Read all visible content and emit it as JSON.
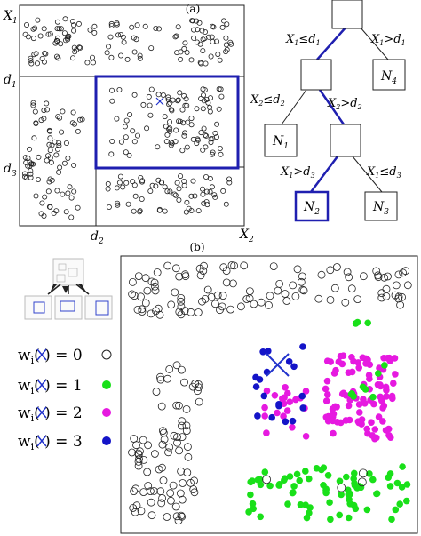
{
  "panel_a": {
    "label": "(a)",
    "axes": {
      "x_label": "X",
      "x_sub": "2",
      "y_label": "X",
      "y_sub": "1"
    },
    "thresholds": {
      "d1": {
        "text": "d",
        "sub": "1"
      },
      "d2": {
        "text": "d",
        "sub": "2"
      },
      "d3": {
        "text": "d",
        "sub": "3"
      }
    },
    "tree": {
      "edges": [
        {
          "main": "X",
          "s1": "1",
          "op": "≤d",
          "s2": "1"
        },
        {
          "main": "X",
          "s1": "1",
          "op": ">d",
          "s2": "1"
        },
        {
          "main": "X",
          "s1": "2",
          "op": "≤d",
          "s2": "2"
        },
        {
          "main": "X",
          "s1": "2",
          "op": ">d",
          "s2": "2"
        },
        {
          "main": "X",
          "s1": "1",
          "op": ">d",
          "s2": "3"
        },
        {
          "main": "X",
          "s1": "1",
          "op": "≤d",
          "s2": "3"
        }
      ],
      "leaves": [
        {
          "main": "N",
          "sub": "1"
        },
        {
          "main": "N",
          "sub": "2"
        },
        {
          "main": "N",
          "sub": "3"
        },
        {
          "main": "N",
          "sub": "4"
        }
      ],
      "highlight_color": "#1f1fb0"
    }
  },
  "panel_b": {
    "label": "(b)",
    "legend": [
      {
        "prefix": "w",
        "sub": "i",
        "open": "(",
        "close": ") = ",
        "value": "0",
        "color": "none"
      },
      {
        "prefix": "w",
        "sub": "i",
        "open": "(",
        "close": ") = ",
        "value": "1",
        "color": "#19e019"
      },
      {
        "prefix": "w",
        "sub": "i",
        "open": "(",
        "close": ") = ",
        "value": "2",
        "color": "#e619e0"
      },
      {
        "prefix": "w",
        "sub": "i",
        "open": "(",
        "close": ") = ",
        "value": "3",
        "color": "#1414c8"
      }
    ]
  },
  "colors": {
    "box": "#1f1fb0",
    "cross": "#2233cc",
    "green": "#19e019",
    "magenta": "#e619e0",
    "blue": "#1414c8"
  }
}
